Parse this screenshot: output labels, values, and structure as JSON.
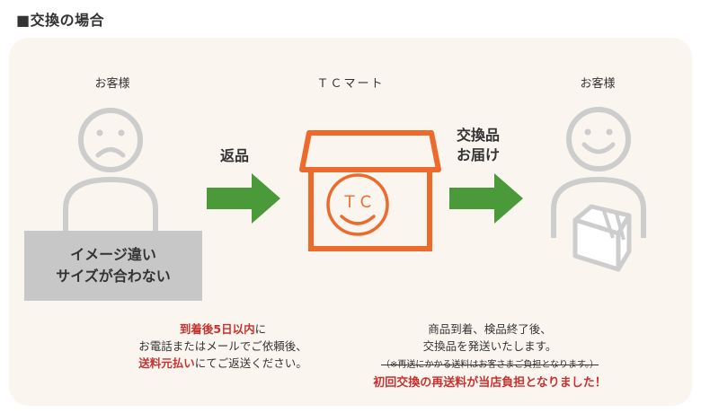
{
  "heading": "■交換の場合",
  "labels": {
    "customer_left": "お客様",
    "store": "ＴＣマート",
    "customer_right": "お客様"
  },
  "arrows": {
    "return_label": "返品",
    "deliver_line1": "交換品",
    "deliver_line2": "お届け"
  },
  "reason": {
    "line1": "イメージ違い",
    "line2": "サイズが合わない"
  },
  "store_logo": "ＴＣ",
  "note_left": {
    "line1_red": "到着後5日以内",
    "line1_rest": "に",
    "line2": "お電話またはメールでご依頼後、",
    "line3_red": "送料元払い",
    "line3_rest": "にてご返送ください。"
  },
  "note_right": {
    "line1": "商品到着、検品終了後、",
    "line2": "交換品を発送いたします。",
    "line3_struck": "（※再送にかかる送料はお客さまご負担となります。）",
    "line4_red": "初回交換の再送料が当店負担となりました！"
  },
  "colors": {
    "orange": "#ec6a2c",
    "green": "#4a9a3a",
    "figure_gray": "#cdcdcd",
    "red": "#c7322f"
  }
}
